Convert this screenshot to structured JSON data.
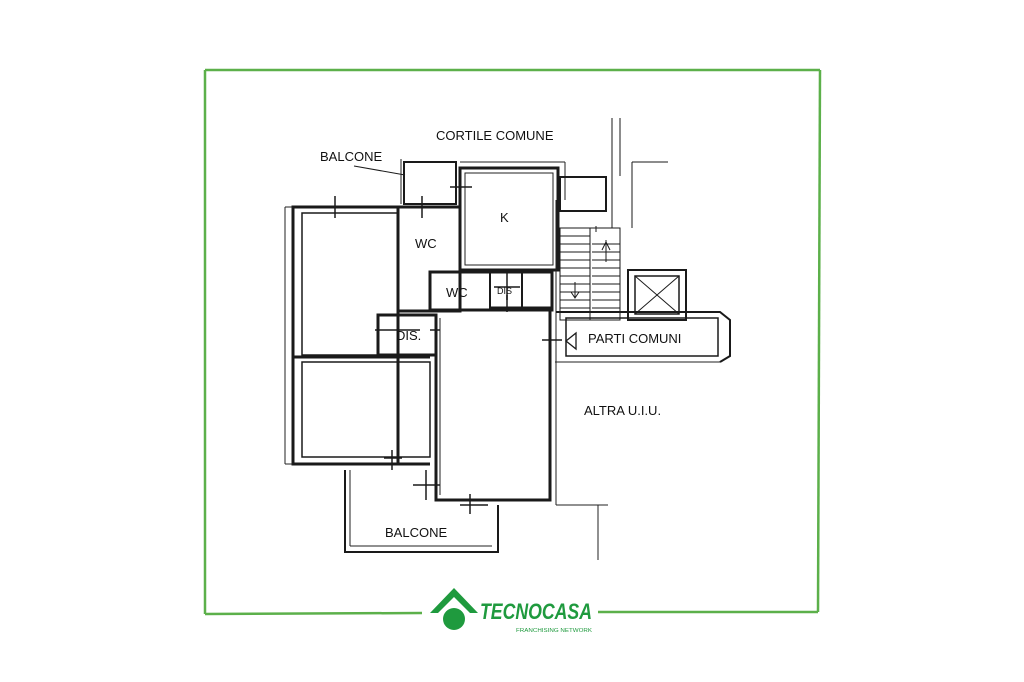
{
  "colors": {
    "frame": "#5cb04a",
    "brand_green": "#1f9a3e",
    "ink": "#1a1a1a"
  },
  "plan_labels": {
    "cortile": "CORTILE COMUNE",
    "balcone_top": "BALCONE",
    "kitchen": "K",
    "wc_upper": "WC",
    "wc_lower": "WC",
    "dis_small": "DIS",
    "dis_left": "DIS.",
    "parti_comuni": "PARTI COMUNI",
    "altra": "ALTRA U.I.U.",
    "balcone_bottom": "BALCONE"
  },
  "logo": {
    "icon": "house-roof-icon",
    "brand": "TECNOCASA",
    "tagline": "FRANCHISING NETWORK"
  }
}
